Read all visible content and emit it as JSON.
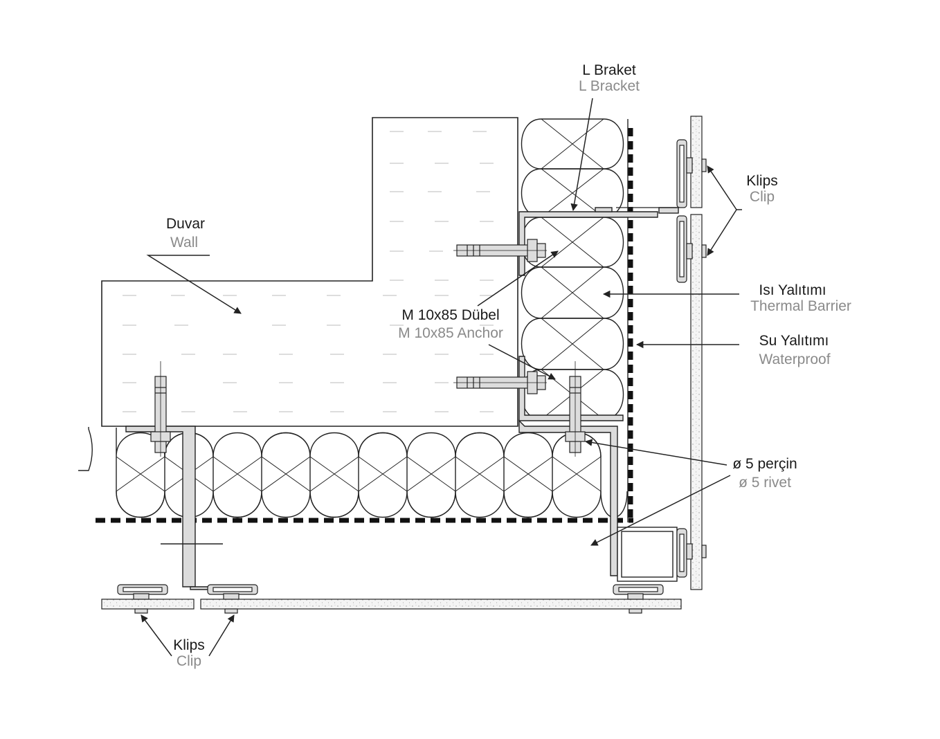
{
  "labels": {
    "l_bracket": {
      "tr": "L Braket",
      "en": "L Bracket"
    },
    "clip_right": {
      "tr": "Klips",
      "en": "Clip"
    },
    "wall": {
      "tr": "Duvar",
      "en": "Wall"
    },
    "anchor": {
      "tr": "M 10x85 Dübel",
      "en": "M 10x85 Anchor"
    },
    "thermal": {
      "tr": "Isı Yalıtımı",
      "en": "Thermal Barrier"
    },
    "waterproof": {
      "tr": "Su Yalıtımı",
      "en": "Waterproof"
    },
    "rivet": {
      "tr": "ø 5 perçin",
      "en": "ø 5 rivet"
    },
    "clip_bottom": {
      "tr": "Klips",
      "en": "Clip"
    }
  },
  "colors": {
    "line": "#222222",
    "label_tr": "#1a1a1a",
    "label_en": "#8a8a8a",
    "metal": "#dcdcdc",
    "membrane": "#111111"
  }
}
